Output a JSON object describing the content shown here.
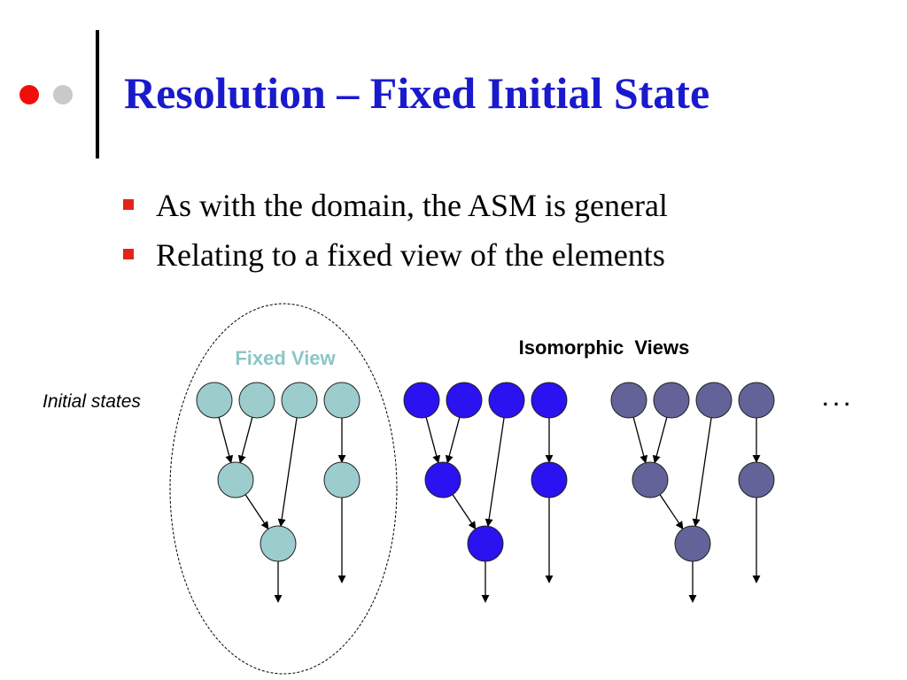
{
  "slide": {
    "title": "Resolution – Fixed Initial State",
    "bullets": [
      "As with the domain, the ASM is general",
      "Relating to a fixed view of the elements"
    ]
  },
  "diagram": {
    "fixed_view_label": "Fixed View",
    "isomorphic_label": "Isomorphic  Views",
    "initial_states_label": "Initial states",
    "ellipsis": ". . .",
    "colors": {
      "title": "#1a1acc",
      "bullet": "#e3231c",
      "fixed_view_fill": "#9ccccc",
      "fixed_view_label": "#8cc6c6",
      "iso_view_1_fill": "#2b12f0",
      "iso_view_2_fill": "#636399"
    },
    "views": [
      {
        "name": "fixed-view",
        "fill_key": "fixed_view_fill"
      },
      {
        "name": "isomorphic-view-1",
        "fill_key": "iso_view_1_fill"
      },
      {
        "name": "isomorphic-view-2",
        "fill_key": "iso_view_2_fill"
      }
    ]
  }
}
